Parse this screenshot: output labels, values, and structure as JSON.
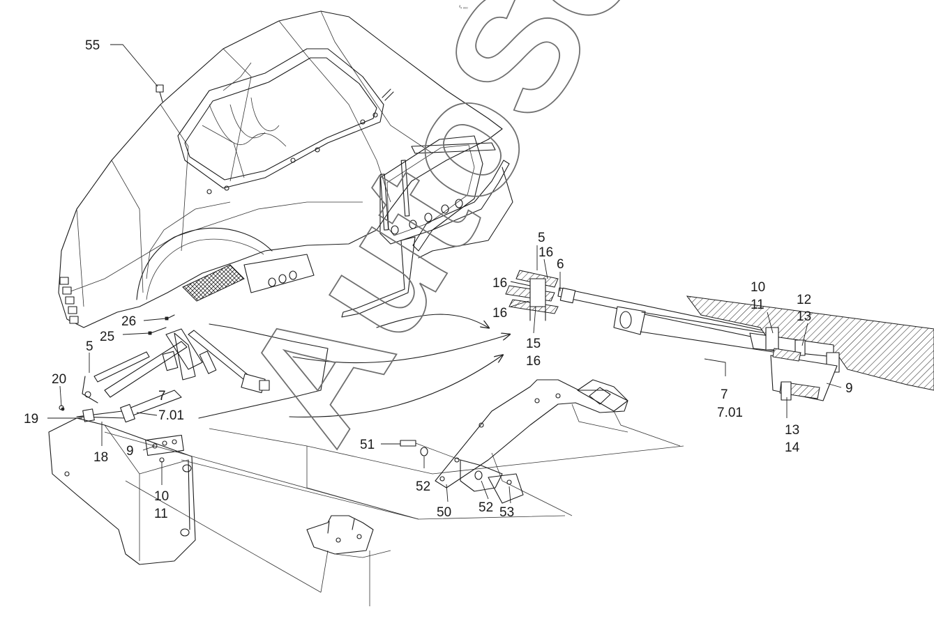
{
  "header_mark": "ᵈₓ ₒₒₒ",
  "watermark": "AutoSoft",
  "callouts": {
    "c55": "55",
    "c5a": "5",
    "c16a": "16",
    "c6": "6",
    "c16b": "16",
    "c16c": "16",
    "c15": "15",
    "c16d": "16",
    "c10a": "10",
    "c11a": "11",
    "c12": "12",
    "c13a": "13",
    "c7a": "7",
    "c701a": "7.01",
    "c9a": "9",
    "c13b": "13",
    "c14": "14",
    "c26": "26",
    "c25": "25",
    "c5b": "5",
    "c20": "20",
    "c19": "19",
    "c7b": "7",
    "c701b": "7.01",
    "c18": "18",
    "c9b": "9",
    "c10b": "10",
    "c11b": "11",
    "c51": "51",
    "c52a": "52",
    "c50": "50",
    "c52b": "52",
    "c53": "53"
  }
}
